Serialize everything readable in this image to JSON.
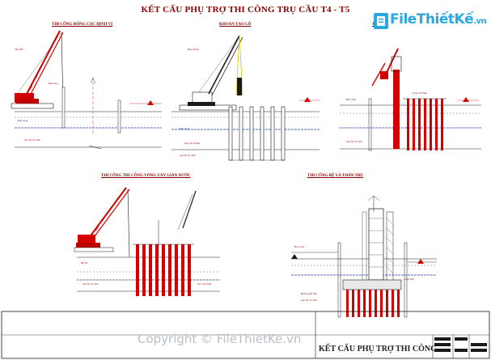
{
  "drawing": {
    "title": "KẾT CẤU PHỤ TRỢ THI CÔNG TRỤ CẦU T4 - T5",
    "titleblock_title": "KẾT CẤU PHỤ TRỢ THI CÔNG",
    "watermark": "Copyright © FileThietKe.vn"
  },
  "logo": {
    "text": "FileThiết",
    "suffix": "Kế",
    "domain": ".vn",
    "accent": "#2aa9e0"
  },
  "panels": [
    {
      "id": "p1",
      "heading": "THI CÔNG ĐÓNG CỌC ĐỊNH VỊ"
    },
    {
      "id": "p2",
      "heading": "KHOAN TẠO LỖ"
    },
    {
      "id": "p3",
      "heading": "TE"
    },
    {
      "id": "p4",
      "heading": "THI CÔNG THI CÔNG VÒNG VÂY GIẢN NƯỚC"
    },
    {
      "id": "p5",
      "heading": "THI CÔNG BỆ VÀ THÂN TRỤ"
    }
  ],
  "colors": {
    "steel": "#d40000",
    "crane": "#d40000",
    "water": "#2a3b9a",
    "line": "#1a1a1a",
    "accent": "#8b0000"
  }
}
